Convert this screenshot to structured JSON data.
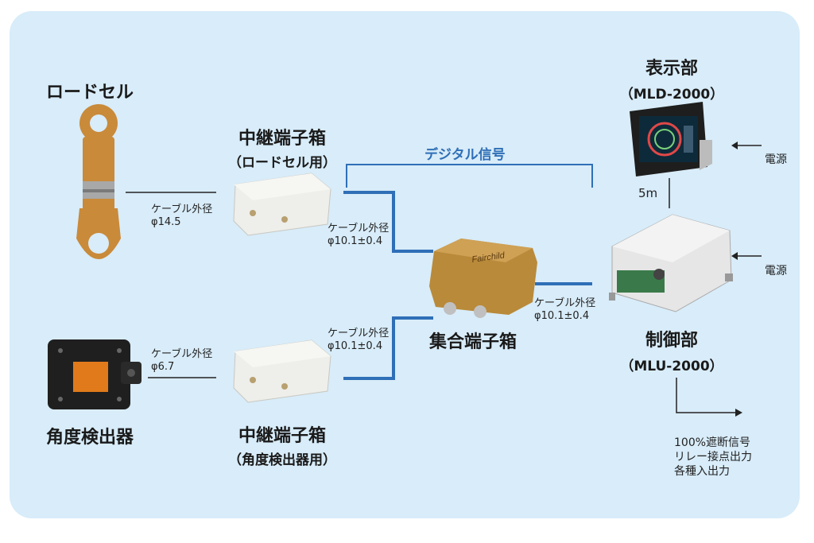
{
  "load_cell": {
    "title": "ロードセル"
  },
  "angle_detector": {
    "title": "角度検出器"
  },
  "relay_box_load": {
    "title": "中継端子箱",
    "subtitle": "（ロードセル用）"
  },
  "relay_box_angle": {
    "title": "中継端子箱",
    "subtitle": "（角度検出器用）"
  },
  "junction_box": {
    "title": "集合端子箱"
  },
  "display_unit": {
    "title": "表示部",
    "model": "（MLD-2000）"
  },
  "control_unit": {
    "title": "制御部",
    "model": "（MLU-2000）"
  },
  "digital_signal": {
    "label": "デジタル信号"
  },
  "distance": {
    "label": "5m"
  },
  "power": {
    "display_label": "電源",
    "control_label": "電源"
  },
  "cables": {
    "load_cell": {
      "line1": "ケーブル外径",
      "line2": "φ14.5"
    },
    "angle": {
      "line1": "ケーブル外径",
      "line2": "φ6.7"
    },
    "relay_load": {
      "line1": "ケーブル外径",
      "line2": "φ10.1±0.4"
    },
    "relay_angle": {
      "line1": "ケーブル外径",
      "line2": "φ10.1±0.4"
    },
    "junction": {
      "line1": "ケーブル外径",
      "line2": "φ10.1±0.4"
    }
  },
  "outputs": [
    "100%遮断信号",
    "リレー接点出力",
    "各種入出力"
  ],
  "junction_brand": "Fairchild",
  "colors": {
    "panel_bg": "#d8ecf9",
    "cable_blue": "#2f6fb7",
    "digital_text": "#2f6fb7",
    "load_cell_orange": "#c98a3a"
  }
}
